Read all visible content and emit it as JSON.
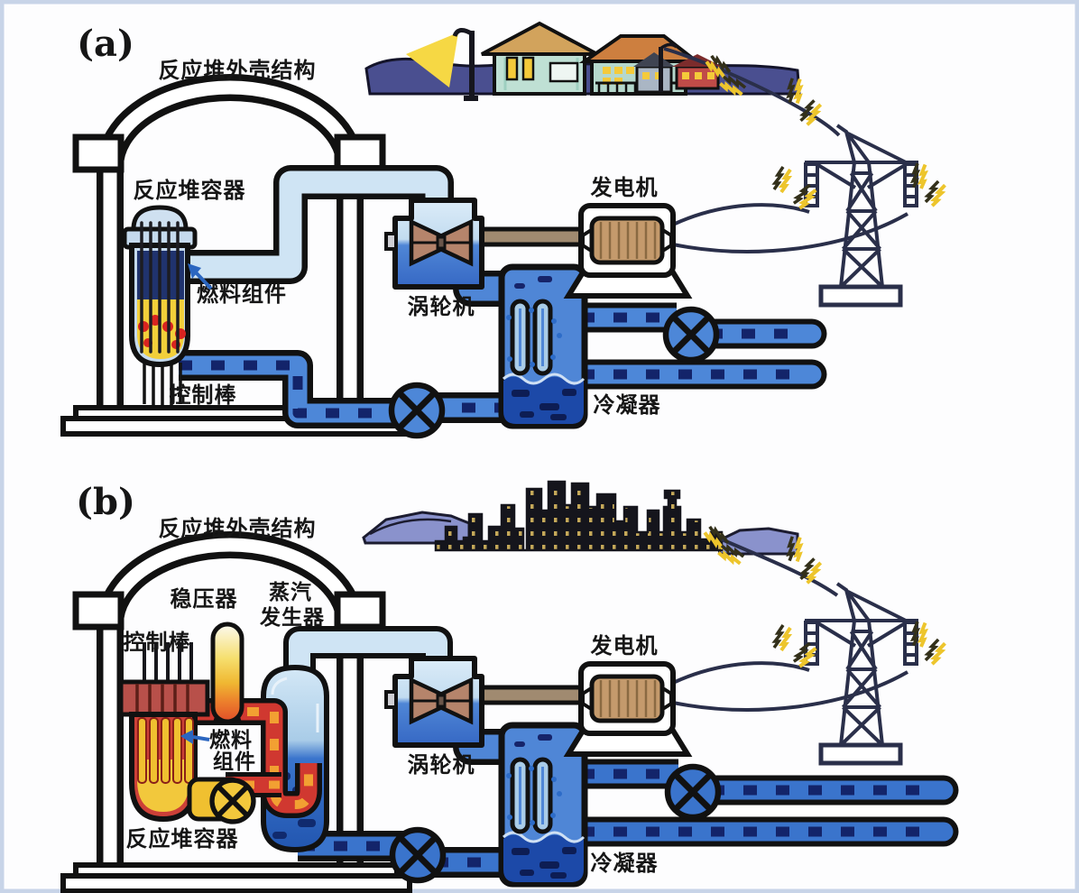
{
  "figure": {
    "panel_a_tag": "(a)",
    "panel_b_tag": "(b)"
  },
  "section_a": {
    "labels": {
      "containment": "反应堆外壳结构",
      "vessel": "反应堆容器",
      "fuel": "燃料组件",
      "control_rods": "控制棒",
      "turbine": "涡轮机",
      "generator": "发电机",
      "condenser": "冷凝器"
    }
  },
  "section_b": {
    "labels": {
      "containment": "反应堆外壳结构",
      "pressurizer": "稳压器",
      "steam_generator_line1": "蒸汽",
      "steam_generator_line2": "发生器",
      "control_rods": "控制棒",
      "fuel_line1": "燃料",
      "fuel_line2": "组件",
      "vessel": "反应堆容器",
      "turbine": "涡轮机",
      "generator": "发电机",
      "condenser": "冷凝器"
    }
  },
  "palette": {
    "outline": "#111111",
    "steam_pipe": "#cfe4f4",
    "water_pipe": "#4d87d8",
    "pipe_dash": "#13246a",
    "condenser_deep": "#1c49a8",
    "primary_loop_red": "#d03830",
    "primary_dash": "#f2a032",
    "fuel_yellow": "#f0c030",
    "vessel_red": "#cc4038",
    "vessel_blue": "#c5daee",
    "turbine_brown": "#b5846b",
    "rotor_tan": "#c49a6c",
    "village_ground": "#4a4f90",
    "city_ground": "#8a92cc",
    "spark_yellow": "#edc52c",
    "tower_line": "#2a2f4a"
  }
}
